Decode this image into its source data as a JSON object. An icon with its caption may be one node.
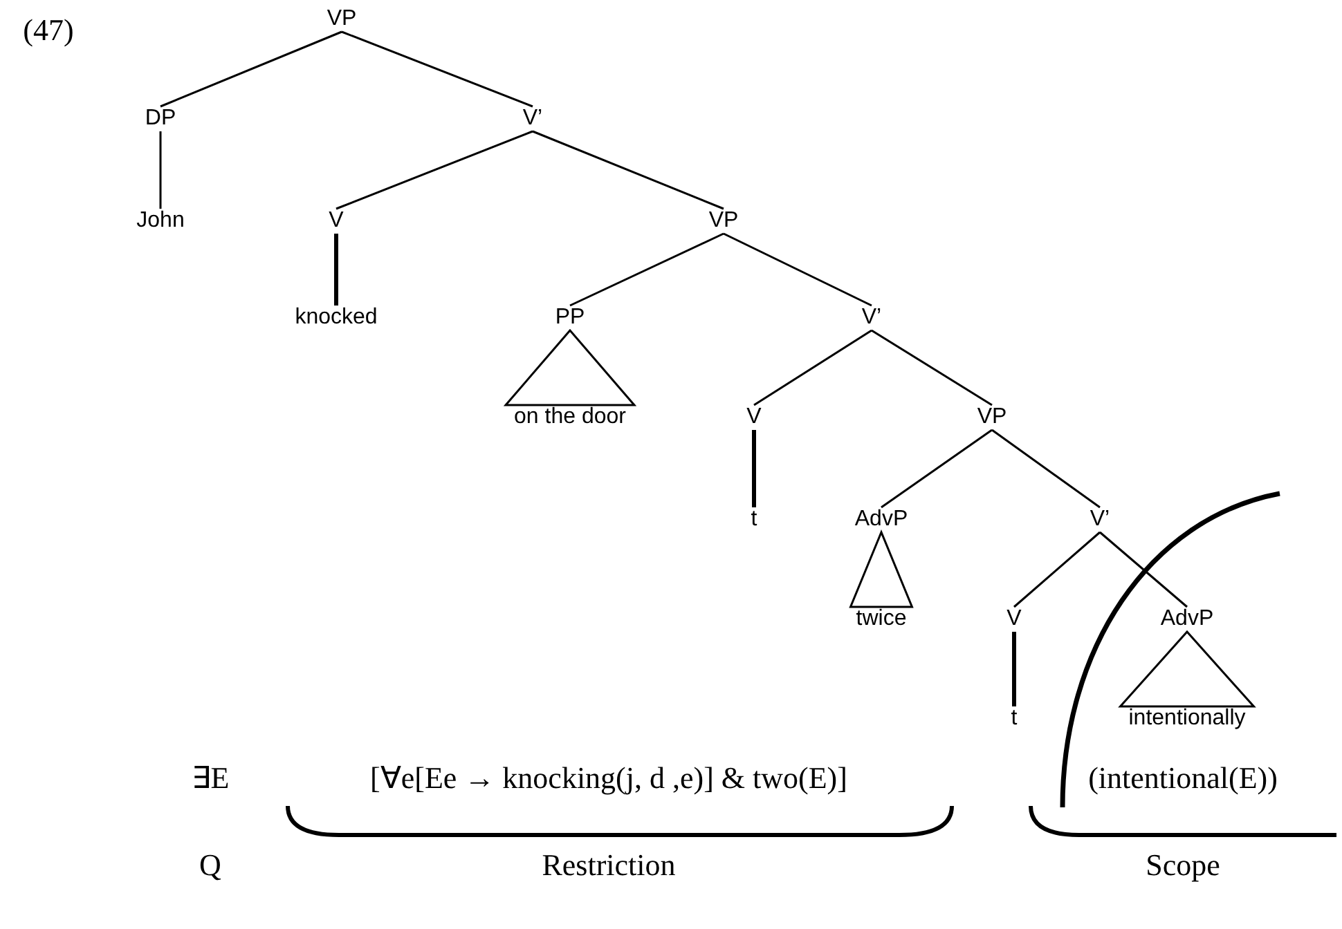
{
  "diagram": {
    "nodes": [
      {
        "text": [
          "VP"
        ]
      },
      {
        "text": [
          "DP"
        ]
      },
      {
        "text": [
          "V’"
        ]
      },
      {
        "text": [
          "John"
        ]
      },
      {
        "text": [
          "V"
        ]
      },
      {
        "text": [
          "VP"
        ]
      },
      {
        "text": [
          "knocked"
        ]
      },
      {
        "text": [
          "PP"
        ]
      },
      {
        "text": [
          "V’"
        ]
      },
      {
        "text": [
          "on the door"
        ]
      },
      {
        "text": [
          "V"
        ]
      },
      {
        "text": [
          "VP"
        ]
      },
      {
        "text": [
          "t"
        ]
      },
      {
        "text": [
          "AdvP"
        ]
      },
      {
        "text": [
          "V’"
        ]
      },
      {
        "text": [
          "twice"
        ]
      },
      {
        "text": [
          "V"
        ]
      },
      {
        "text": [
          "AdvP"
        ]
      },
      {
        "text": [
          "t"
        ]
      },
      {
        "text": [
          "intentionally"
        ]
      }
    ],
    "edges": [
      {
        "from": 0,
        "to": 1,
        "arrow": "none"
      },
      {
        "from": 0,
        "to": 2,
        "arrow": "none"
      },
      {
        "from": 1,
        "to": 3,
        "arrow": "none"
      },
      {
        "from": 2,
        "to": 4,
        "arrow": "none"
      },
      {
        "from": 2,
        "to": 5,
        "arrow": "none"
      },
      {
        "from": 4,
        "to": 6,
        "arrow": "none",
        "style": "thick"
      },
      {
        "from": 5,
        "to": 7,
        "arrow": "none"
      },
      {
        "from": 5,
        "to": 8,
        "arrow": "none"
      },
      {
        "from": 7,
        "to": 9,
        "arrow": "none"
      },
      {
        "from": 8,
        "to": 10,
        "arrow": "none"
      },
      {
        "from": 8,
        "to": 11,
        "arrow": "none"
      },
      {
        "from": 10,
        "to": 12,
        "arrow": "none",
        "style": "thick"
      },
      {
        "from": 11,
        "to": 13,
        "arrow": "none"
      },
      {
        "from": 11,
        "to": 14,
        "arrow": "none"
      },
      {
        "from": 13,
        "to": 15,
        "arrow": "none"
      },
      {
        "from": 14,
        "to": 16,
        "arrow": "none"
      },
      {
        "from": 14,
        "to": 17,
        "arrow": "none"
      },
      {
        "from": 16,
        "to": 18,
        "arrow": "none",
        "style": "thick"
      },
      {
        "from": 17,
        "to": 19,
        "arrow": "none"
      }
    ],
    "labels": [
      "(47)",
      "∃E",
      "[∀e[Ee → knocking(j, d ,e)] & two(E)]",
      "(intentional(E))",
      "Q",
      "Restriction",
      "Scope"
    ]
  }
}
